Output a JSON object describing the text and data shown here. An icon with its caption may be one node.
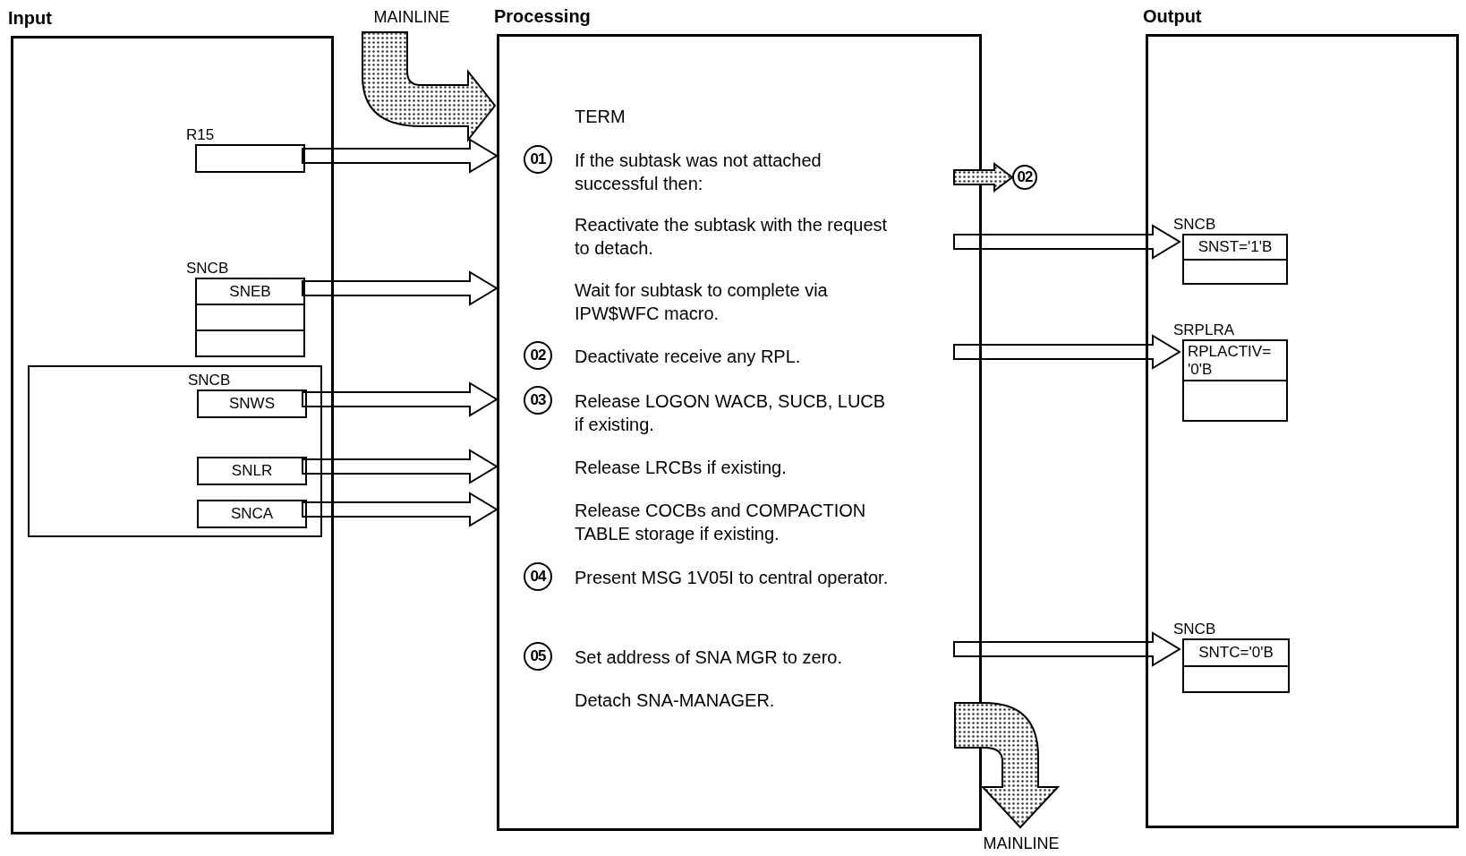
{
  "diagram": {
    "nodes": [
      {
        "text": [
          "Input"
        ]
      },
      {
        "text": [
          "Processing",
          "TERM",
          "If the subtask was not attached successful then:",
          "Reactivate the subtask with the request to detach.",
          "Wait for subtask to complete via IPW$WFC macro.",
          "Deactivate receive any RPL.",
          "Release LOGON WACB, SUCB, LUCB if existing.",
          "Release LRCBs if existing.",
          "Release COCBs and COMPACTION TABLE storage if existing.",
          "Present MSG 1V05I to central operator.",
          "Set address of SNA MGR to zero.",
          "Detach SNA-MANAGER."
        ]
      },
      {
        "text": [
          "Output"
        ]
      },
      {
        "text": [
          "R15"
        ],
        "in": 0
      },
      {
        "text": [
          "SNCB",
          "SNEB"
        ],
        "in": 0
      },
      {
        "text": [],
        "shape": "box",
        "in": 0
      },
      {
        "text": [
          "SNCB",
          "SNWS"
        ],
        "in": 5
      },
      {
        "text": [
          "SNLR"
        ],
        "in": 5
      },
      {
        "text": [
          "SNCA"
        ],
        "in": 5
      },
      {
        "text": [
          "01"
        ],
        "in": 1
      },
      {
        "text": [
          "02"
        ],
        "in": 1
      },
      {
        "text": [
          "03"
        ],
        "in": 1
      },
      {
        "text": [
          "04"
        ],
        "in": 1
      },
      {
        "text": [
          "05"
        ],
        "in": 1
      },
      {
        "text": [
          "02"
        ]
      },
      {
        "text": [
          "SNCB",
          "SNST='1'B"
        ],
        "in": 2
      },
      {
        "text": [
          "SRPLRA",
          "RPLACTIV= '0'B"
        ],
        "in": 2
      },
      {
        "text": [
          "SNCB",
          "SNTC='0'B"
        ],
        "in": 2
      },
      {
        "text": [
          "MAINLINE"
        ]
      },
      {
        "text": [
          "MAINLINE"
        ]
      }
    ],
    "edges": [
      {
        "from": 18,
        "to": 1,
        "arrow": "to",
        "style": "thick"
      },
      {
        "from": 3,
        "to": 1,
        "arrow": "to"
      },
      {
        "from": 4,
        "to": 1,
        "arrow": "to"
      },
      {
        "from": 6,
        "to": 1,
        "arrow": "to"
      },
      {
        "from": 7,
        "to": 1,
        "arrow": "to"
      },
      {
        "from": 8,
        "to": 1,
        "arrow": "to"
      },
      {
        "from": 1,
        "to": 14,
        "arrow": "to",
        "style": "thick"
      },
      {
        "from": 1,
        "to": 15,
        "arrow": "to"
      },
      {
        "from": 1,
        "to": 16,
        "arrow": "to"
      },
      {
        "from": 1,
        "to": 17,
        "arrow": "to"
      },
      {
        "from": 1,
        "to": 19,
        "arrow": "to",
        "style": "thick"
      }
    ]
  }
}
